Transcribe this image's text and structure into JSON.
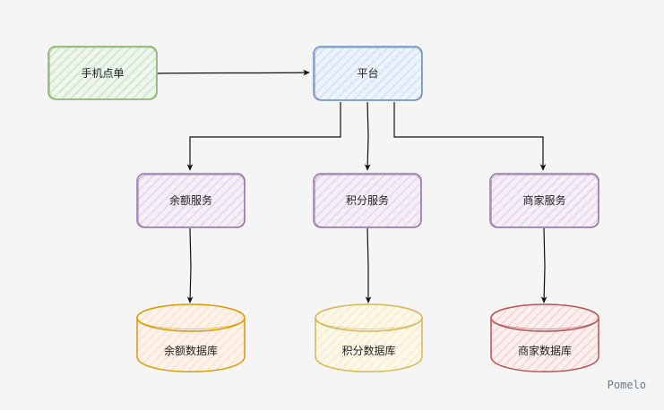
{
  "diagram": {
    "nodes": {
      "mobile_order": {
        "label": "手机点单",
        "color": "#82b366",
        "fill": "#d5e8d4"
      },
      "platform": {
        "label": "平台",
        "color": "#6c8ebf",
        "fill": "#dae8fc"
      },
      "balance_service": {
        "label": "余额服务",
        "color": "#9673a6",
        "fill": "#e1d5e7"
      },
      "points_service": {
        "label": "积分服务",
        "color": "#9673a6",
        "fill": "#e1d5e7"
      },
      "merchant_service": {
        "label": "商家服务",
        "color": "#9673a6",
        "fill": "#e1d5e7"
      },
      "balance_db": {
        "label": "余额数据库",
        "color": "#d79b00",
        "fill": "#ffe6cc"
      },
      "points_db": {
        "label": "积分数据库",
        "color": "#d6b656",
        "fill": "#fff2cc"
      },
      "merchant_db": {
        "label": "商家数据库",
        "color": "#b85450",
        "fill": "#f8cecc"
      }
    },
    "edges": [
      {
        "from": "mobile_order",
        "to": "platform"
      },
      {
        "from": "platform",
        "to": "balance_service"
      },
      {
        "from": "platform",
        "to": "points_service"
      },
      {
        "from": "platform",
        "to": "merchant_service"
      },
      {
        "from": "balance_service",
        "to": "balance_db"
      },
      {
        "from": "points_service",
        "to": "points_db"
      },
      {
        "from": "merchant_service",
        "to": "merchant_db"
      }
    ],
    "edge_color": "#111111"
  },
  "watermark": "Pomelo"
}
